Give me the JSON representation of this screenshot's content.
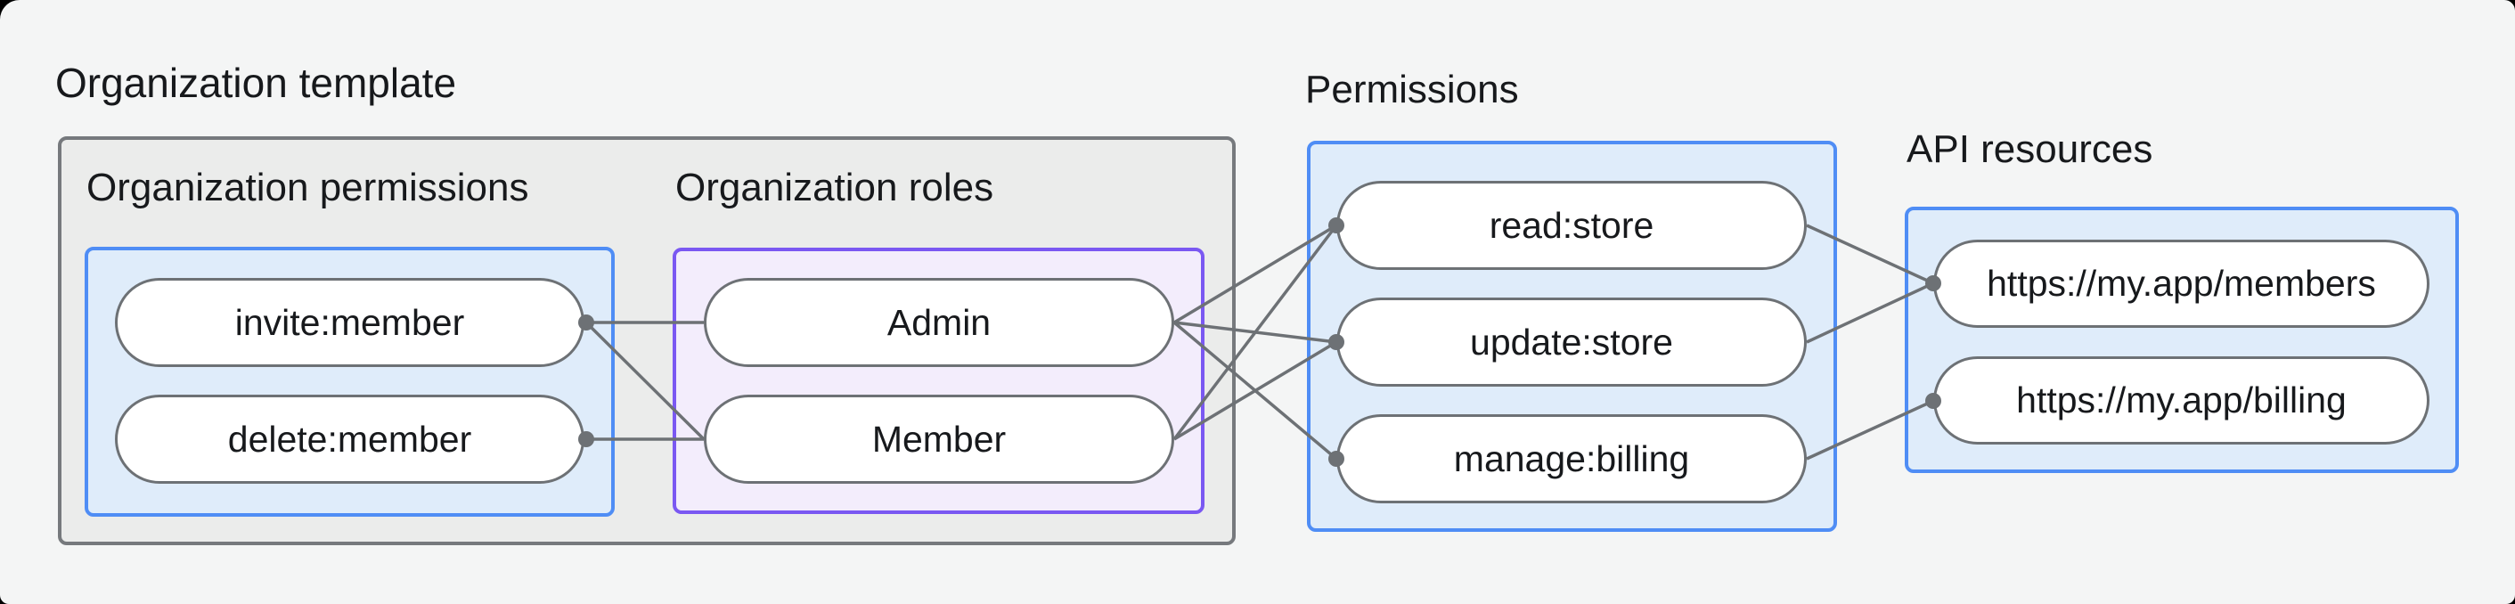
{
  "title": "Organization template",
  "colors": {
    "page_bg": "#f4f5f5",
    "container_fill": "#ebeceb",
    "container_border": "#76797d",
    "blue_fill": "#dfecfa",
    "blue_border": "#4f8df5",
    "purple_fill": "#f3edfc",
    "purple_border": "#7a58f2",
    "node_fill": "#ffffff",
    "node_border": "#6d7175",
    "edge": "#6d7175",
    "text": "#17191c"
  },
  "groups": {
    "org_permissions": {
      "label": "Organization permissions",
      "items": [
        "invite:member",
        "delete:member"
      ]
    },
    "org_roles": {
      "label": "Organization roles",
      "items": [
        "Admin",
        "Member"
      ]
    },
    "permissions": {
      "label": "Permissions",
      "items": [
        "read:store",
        "update:store",
        "manage:billing"
      ]
    },
    "api_resources": {
      "label": "API resources",
      "items": [
        "https://my.app/members",
        "https://my.app/billing"
      ]
    }
  },
  "edges": [
    {
      "from": "invite",
      "to": "admin",
      "dot": "from"
    },
    {
      "from": "invite",
      "to": "member",
      "dot": "from"
    },
    {
      "from": "delete",
      "to": "member",
      "dot": "from"
    },
    {
      "from": "admin",
      "to": "read",
      "dot": "to"
    },
    {
      "from": "admin",
      "to": "update",
      "dot": "to"
    },
    {
      "from": "admin",
      "to": "manage",
      "dot": "to"
    },
    {
      "from": "member",
      "to": "read",
      "dot": "to"
    },
    {
      "from": "member",
      "to": "update",
      "dot": "to"
    },
    {
      "from": "read",
      "to": "members_api",
      "dot": "to"
    },
    {
      "from": "update",
      "to": "members_api",
      "dot": "to"
    },
    {
      "from": "manage",
      "to": "billing_api",
      "dot": "to"
    }
  ]
}
